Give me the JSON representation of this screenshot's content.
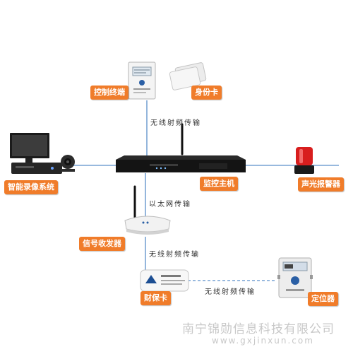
{
  "nodes": {
    "control_terminal": "控制终端",
    "id_card": "身份卡",
    "recording_system": "智能录像系统",
    "monitor_host": "监控主机",
    "alarm": "声光报警器",
    "transceiver": "信号收发器",
    "safe_card": "财保卡",
    "locator": "定位器"
  },
  "links": {
    "rf_top": "无线射频传输",
    "ethernet": "以太网传输",
    "rf_middle": "无线射频传输",
    "rf_bottom": "无线射频传输"
  },
  "colors": {
    "tag_orange": "#f07c2a",
    "line_blue": "#5a8fc9",
    "device_dark": "#1f1f1f",
    "alarm_red": "#d81e1e"
  },
  "footer": {
    "company": "南宁锦勋信息科技有限公司",
    "url": "www.gxjinxun.com"
  }
}
